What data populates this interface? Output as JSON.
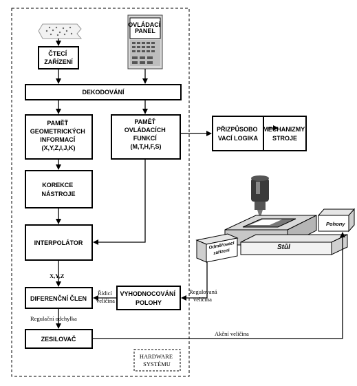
{
  "blocks": {
    "reader": [
      "ČTECÍ",
      "ZAŘÍZENÍ"
    ],
    "panel": [
      "OVLÁDACÍ",
      "PANEL"
    ],
    "decoder": "DEKODOVÁNÍ",
    "geom_memory": [
      "PAMĚŤ",
      "GEOMETRICKÝCH",
      "INFORMACÍ",
      "(X,Y,Z,I,J,K)"
    ],
    "func_memory": [
      "PAMĚŤ",
      "OVLÁDACÍCH",
      "FUNKCÍ",
      "(M,T,H,F,S)"
    ],
    "adaptive_logic": [
      "PŘIZPŮSOBO",
      "VACÍ LOGIKA"
    ],
    "mechanisms": [
      "MECHANIZMY",
      "STROJE"
    ],
    "tool_correction": [
      "KOREKCE",
      "NÁSTROJE"
    ],
    "interpolator": "INTERPOLÁTOR",
    "differential": "DIFERENČNÍ ČLEN",
    "position_eval": [
      "VYHODNOCOVÁNÍ",
      "POLOHY"
    ],
    "amplifier": "ZESILOVAČ",
    "hardware": [
      "HARDWARE",
      "SYSTÉMU"
    ]
  },
  "machine": {
    "table": "Stůl",
    "drives": "Pohony",
    "sensor": [
      "Odměřovací",
      "zařízení"
    ]
  },
  "signals": {
    "xyz": "X,Y,Z",
    "control_value": [
      "Řídicí",
      "veličina"
    ],
    "regulated_value": [
      "Regulovaná",
      "veličina"
    ],
    "deviation": "Regulační odchylka",
    "action_value": "Akční veličina"
  }
}
